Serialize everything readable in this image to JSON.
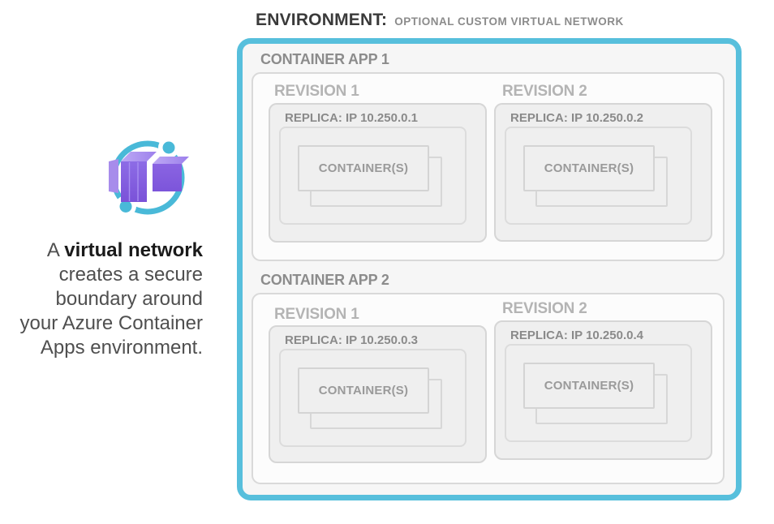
{
  "title": {
    "label": "ENVIRONMENT:",
    "sublabel": "OPTIONAL CUSTOM VIRTUAL NETWORK"
  },
  "sidebar": {
    "icon": "azure-container-apps-icon",
    "caption": {
      "prefix": "A ",
      "bold": "virtual network",
      "lines": [
        "creates a secure",
        "boundary around",
        "your Azure Container",
        "Apps environment."
      ]
    }
  },
  "environment": {
    "apps": [
      {
        "label": "CONTAINER APP 1",
        "revisions": [
          {
            "label": "REVISION 1",
            "replica": "REPLICA: IP 10.250.0.1",
            "container": "CONTAINER(S)"
          },
          {
            "label": "REVISION 2",
            "replica": "REPLICA: IP 10.250.0.2",
            "container": "CONTAINER(S)"
          }
        ]
      },
      {
        "label": "CONTAINER APP 2",
        "revisions": [
          {
            "label": "REVISION 1",
            "replica": "REPLICA: IP 10.250.0.3",
            "container": "CONTAINER(S)"
          },
          {
            "label": "REVISION 2",
            "replica": "REPLICA: IP 10.250.0.4",
            "container": "CONTAINER(S)"
          }
        ]
      }
    ]
  },
  "colors": {
    "environment_border": "#57bfdc",
    "icon_cyan": "#49b9d8",
    "icon_purple": "#7a52d9",
    "icon_purple_light": "#a78ceb",
    "environment_bg": "#f6f6f6",
    "app_bg": "#fcfcfc",
    "replica_bg": "#efefef",
    "border_gray": "#d9d9d9",
    "title_dark": "#3a3a3a",
    "label_gray": "#8c8c8c",
    "revision_gray": "#b4b4b4"
  }
}
